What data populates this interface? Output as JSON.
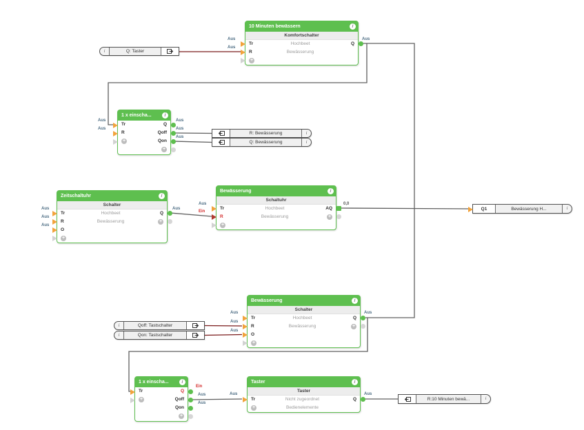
{
  "icons": {
    "info": "i",
    "add": "+"
  },
  "labels": {
    "aus": "Aus",
    "ein": "Ein"
  },
  "values": {
    "aq": "0,0"
  },
  "blocks": {
    "komfort": {
      "title": "10 Minuten bewässern",
      "subtitle": "Komfortschalter",
      "room": "Hochbeet",
      "category": "Bewässerung",
      "inputs": [
        "Tr",
        "R"
      ],
      "outputs": [
        "Q"
      ]
    },
    "einschalt_mid": {
      "title": "1 x einscha...",
      "inputs": [
        "Tr",
        "R"
      ],
      "outputs": [
        "Q",
        "Qoff",
        "Qon"
      ]
    },
    "zeitschaltuhr": {
      "title": "Zeitschaltuhr",
      "subtitle": "Schalter",
      "room": "Hochbeet",
      "category": "Bewässerung",
      "inputs": [
        "Tr",
        "R",
        "O"
      ],
      "outputs": [
        "Q"
      ]
    },
    "bew_schaltuhr": {
      "title": "Bewässerung",
      "subtitle": "Schaltuhr",
      "room": "Hochbeet",
      "category": "Bewässerung",
      "inputs": [
        "Tr",
        "R"
      ],
      "outputs": [
        "AQ"
      ]
    },
    "bew_schalter": {
      "title": "Bewässerung",
      "subtitle": "Schalter",
      "room": "Hochbeet",
      "category": "Bewässerung",
      "inputs": [
        "Tr",
        "R",
        "O"
      ],
      "outputs": [
        "Q"
      ]
    },
    "einschalt_bottom": {
      "title": "1 x einscha...",
      "inputs": [
        "Tr"
      ],
      "outputs": [
        "Q",
        "Qoff",
        "Qon"
      ]
    },
    "taster": {
      "title": "Taster",
      "subtitle": "Taster",
      "room": "Nicht zugeordnet",
      "category": "Bedienelemente",
      "inputs": [
        "Tr"
      ],
      "outputs": [
        "Q"
      ]
    }
  },
  "pills": {
    "q_taster": {
      "text": "Q: Taster",
      "info": "i"
    },
    "qoff_tast": {
      "text": "Qoff: Tastschalter",
      "info": "i"
    },
    "qon_tast": {
      "text": "Qon: Tastschalter",
      "info": "i"
    },
    "r_bew": {
      "text": "R: Bewässerung",
      "info": "i"
    },
    "q_bew": {
      "text": "Q: Bewässerung",
      "info": "i"
    },
    "q1": {
      "port": "Q1",
      "text": "Bewässerung H...",
      "info": "i"
    },
    "r_10min": {
      "text": "R:10 Minuten bewä...",
      "info": "i"
    }
  }
}
